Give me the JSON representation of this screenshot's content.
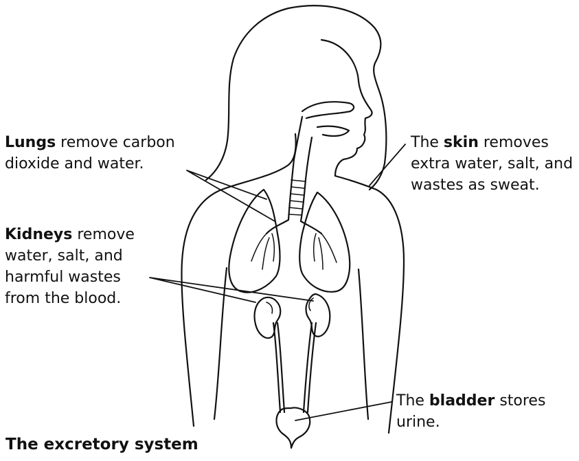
{
  "caption": "The excretory system",
  "labels": {
    "lungs": {
      "term": "Lungs",
      "text_1": " remove carbon",
      "text_2": "dioxide and water."
    },
    "kidneys": {
      "term": "Kidneys",
      "text_1": " remove",
      "text_2": "water, salt, and",
      "text_3": "harmful wastes",
      "text_4": "from the blood."
    },
    "skin": {
      "prefix": "The ",
      "term": "skin",
      "text_1": " removes",
      "text_2": "extra water, salt, and",
      "text_3": "wastes as sweat."
    },
    "bladder": {
      "prefix": "The ",
      "term": "bladder",
      "text_1": " stores",
      "text_2": "urine."
    }
  }
}
